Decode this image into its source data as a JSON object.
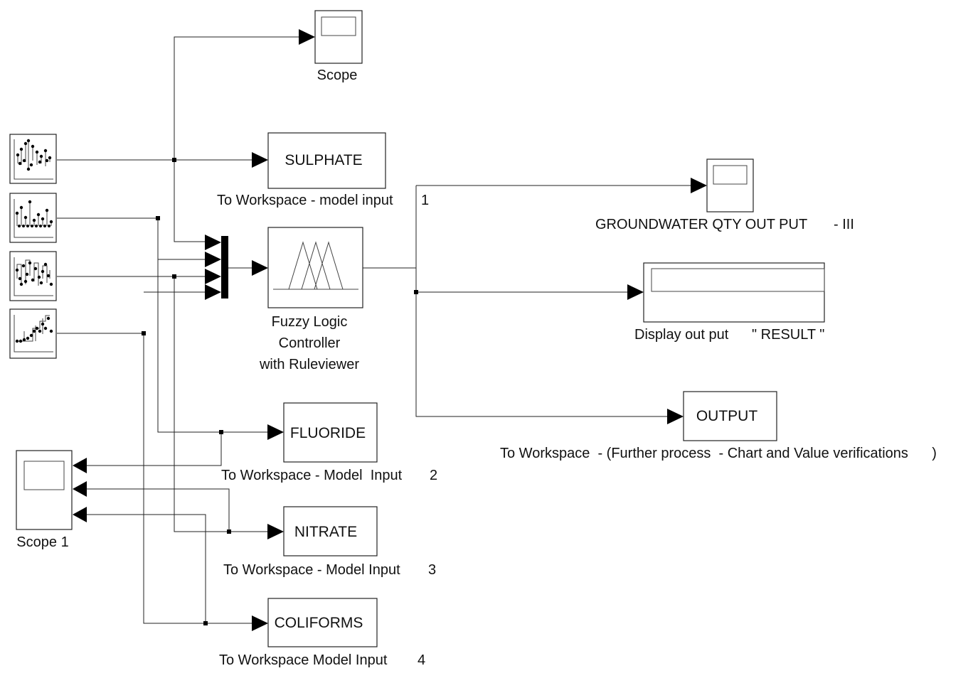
{
  "colors": {
    "line": "#222222",
    "arrow": "#000000",
    "background": "#ffffff"
  },
  "blocks": {
    "scope": {
      "label": "Scope"
    },
    "sulphate": {
      "text": "SULPHATE",
      "caption_a": "To Workspace - model input",
      "caption_b": "1"
    },
    "fuzzy": {
      "line1": "Fuzzy Logic",
      "line2": "Controller",
      "line3": "with Ruleviewer"
    },
    "groundwater_scope": {
      "label_a": "GROUNDWATER QTY OUT PUT",
      "label_b": "- III"
    },
    "display": {
      "label_a": "Display out put",
      "label_b": "\" RESULT \""
    },
    "output": {
      "text": "OUTPUT",
      "caption": "To Workspace  - (Further process  - Chart and Value verifications      )"
    },
    "fluoride": {
      "text": "FLUORIDE",
      "caption_a": "To Workspace - Model  Input",
      "caption_b": "2"
    },
    "nitrate": {
      "text": "NITRATE",
      "caption_a": "To Workspace - Model Input",
      "caption_b": "3"
    },
    "coliforms": {
      "text": "COLIFORMS",
      "caption_a": "To Workspace Model Input",
      "caption_b": "4"
    },
    "scope1": {
      "label": "Scope 1"
    }
  },
  "icons": [
    "signal-source-icon",
    "scope-icon",
    "mux-icon",
    "fuzzy-membership-icon",
    "display-icon"
  ]
}
